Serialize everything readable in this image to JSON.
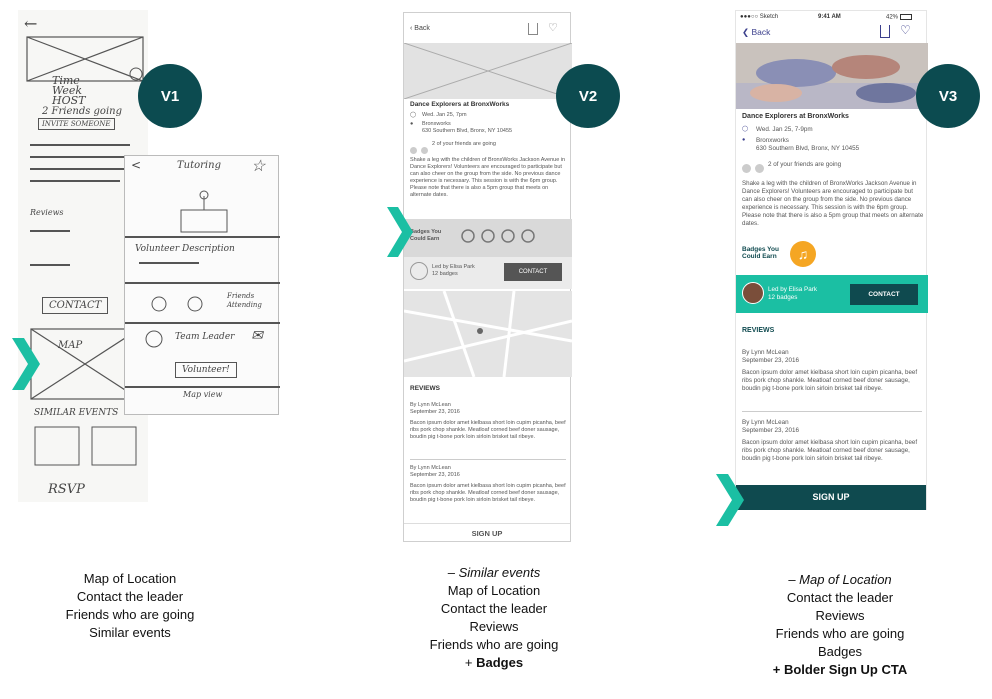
{
  "versions": {
    "v1": "V1",
    "v2": "V2",
    "v3": "V3"
  },
  "sketch1": {
    "time": "Time",
    "week": "Week",
    "host": "HOST",
    "friends": "2 Friends going",
    "invite": "INVITE SOMEONE",
    "reviews": "Reviews",
    "contact": "CONTACT",
    "map": "MAP",
    "similar": "SIMILAR EVENTS",
    "rsvp": "RSVP"
  },
  "sketch2": {
    "title": "Tutoring",
    "volunteer_desc": "Volunteer Description",
    "friends_attending": "Friends Attending",
    "team_leader": "Team Leader",
    "volunteer_btn": "Volunteer!",
    "map_view": "Map view"
  },
  "v2": {
    "back": "Back",
    "event_title": "Dance Explorers at BronxWorks",
    "date": "Wed. Jan 25, 7pm",
    "venue": "Bronxworks",
    "address": "630 Southern Blvd, Bronx, NY 10455",
    "friends": "2 of your friends are going",
    "description": "Shake a leg with the children of BronxWorks Jackson Avenue in Dance Explorers! Volunteers are encouraged to participate but can also cheer on the group from the side. No previous dance experience is necessary. This session is with the 6pm group. Please note that there is also a 5pm group that meets on alternate dates.",
    "badges_label": "Badges You Could Earn",
    "leader": "Led by Elisa Park",
    "leader_badges": "12 badges",
    "contact": "CONTACT",
    "reviews_heading": "REVIEWS",
    "review1_author": "By Lynn McLean",
    "review1_date": "September 23, 2016",
    "review1_text": "Bacon ipsum dolor amet kielbasa short loin cupim picanha, beef ribs pork chop shankle. Meatloaf corned beef doner sausage, boudin pig t-bone pork loin sirloin brisket tail ribeye.",
    "review2_author": "By Lynn McLean",
    "review2_date": "September 23, 2016",
    "review2_text": "Bacon ipsum dolor amet kielbasa short loin cupim picanha, beef ribs pork chop shankle. Meatloaf corned beef doner sausage, boudin pig t-bone pork loin sirloin brisket tail ribeye.",
    "signup": "SIGN UP"
  },
  "v3": {
    "carrier": "●●●○○ Sketch",
    "time": "9:41 AM",
    "battery": "42%",
    "back": "Back",
    "event_title": "Dance Explorers at BronxWorks",
    "date": "Wed. Jan 25, 7-9pm",
    "venue": "Bronxworks",
    "address": "630 Southern Blvd, Bronx, NY 10455",
    "friends": "2 of your friends are going",
    "description": "Shake a leg with the children of BronxWorks Jackson Avenue in Dance Explorers! Volunteers are encouraged to participate but can also cheer on the group from the side. No previous dance experience is necessary. This session is with the 6pm group. Please note that there is also a 5pm group that meets on alternate dates.",
    "badges_line1": "Badges You",
    "badges_line2": "Could Earn",
    "leader": "Led by Elisa Park",
    "leader_badges": "12 badges",
    "contact": "CONTACT",
    "reviews_heading": "REVIEWS",
    "review1_author": "By Lynn McLean",
    "review1_date": "September 23, 2016",
    "review1_text": "Bacon ipsum dolor amet kielbasa short loin cupim picanha, beef ribs pork chop shankle. Meatloaf corned beef doner sausage, boudin pig t-bone pork loin sirloin brisket tail ribeye.",
    "review2_author": "By Lynn McLean",
    "review2_date": "September 23, 2016",
    "review2_text": "Bacon ipsum dolor amet kielbasa short loin cupim picanha, beef ribs pork chop shankle. Meatloaf corned beef doner sausage, boudin pig t-bone pork loin sirloin brisket tail ribeye.",
    "signup": "SIGN UP"
  },
  "captions": {
    "v1": [
      "Map of Location",
      "Contact the leader",
      "Friends who are going",
      "Similar events"
    ],
    "v2_italic": "– Similar events",
    "v2": [
      "Map of Location",
      "Contact the leader",
      "Reviews",
      "Friends who are going"
    ],
    "v2_bold_prefix": "+ ",
    "v2_bold": "Badges",
    "v3_italic": "– Map of Location",
    "v3": [
      "Contact the leader",
      "Reviews",
      "Friends who are going",
      "Badges"
    ],
    "v3_bold": "+ Bolder Sign Up CTA"
  },
  "colors": {
    "badge_bg": "#0c4b50",
    "accent_teal": "#1bbfa3",
    "dark_teal": "#0f4a4f",
    "badge_orange": "#f5a623"
  }
}
